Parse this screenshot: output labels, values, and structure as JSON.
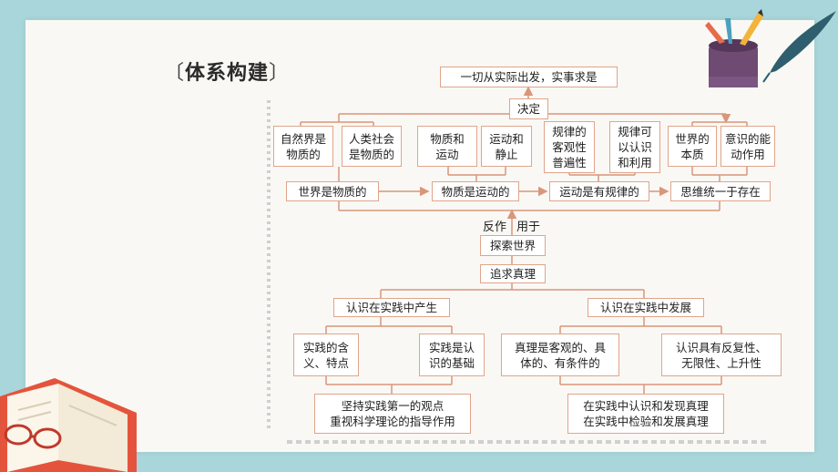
{
  "title": {
    "open": "〔",
    "text": "体系构建",
    "close": "〕"
  },
  "top": "一切从实际出发，实事求是",
  "decide": "决定",
  "row1": [
    "自然界是\n物质的",
    "人类社会\n是物质的",
    "物质和\n运动",
    "运动和\n静止",
    "规律的\n客观性\n普遍性",
    "规律可\n以认识\n和利用",
    "世界的\n本质",
    "意识的能\n动作用"
  ],
  "row2": [
    "世界是物质的",
    "物质是运动的",
    "运动是有规律的",
    "思维统一于存在"
  ],
  "reverse_label": "反作",
  "apply_label": "用于",
  "explore": "探索世界",
  "pursue": "追求真理",
  "left_branch": {
    "head": "认识在实践中产生",
    "boxes": [
      "实践的含\n义、特点",
      "实践是认\n识的基础"
    ],
    "bottom": "坚持实践第一的观点\n重视科学理论的指导作用"
  },
  "right_branch": {
    "head": "认识在实践中发展",
    "boxes": [
      "真理是客观的、具\n体的、有条件的",
      "认识具有反复性、\n无限性、上升性"
    ],
    "bottom": "在实践中认识和发现真理\n在实践中检验和发展真理"
  },
  "colors": {
    "line": "#d9967a",
    "border": "#e0a58b",
    "background": "#a9d6da"
  }
}
